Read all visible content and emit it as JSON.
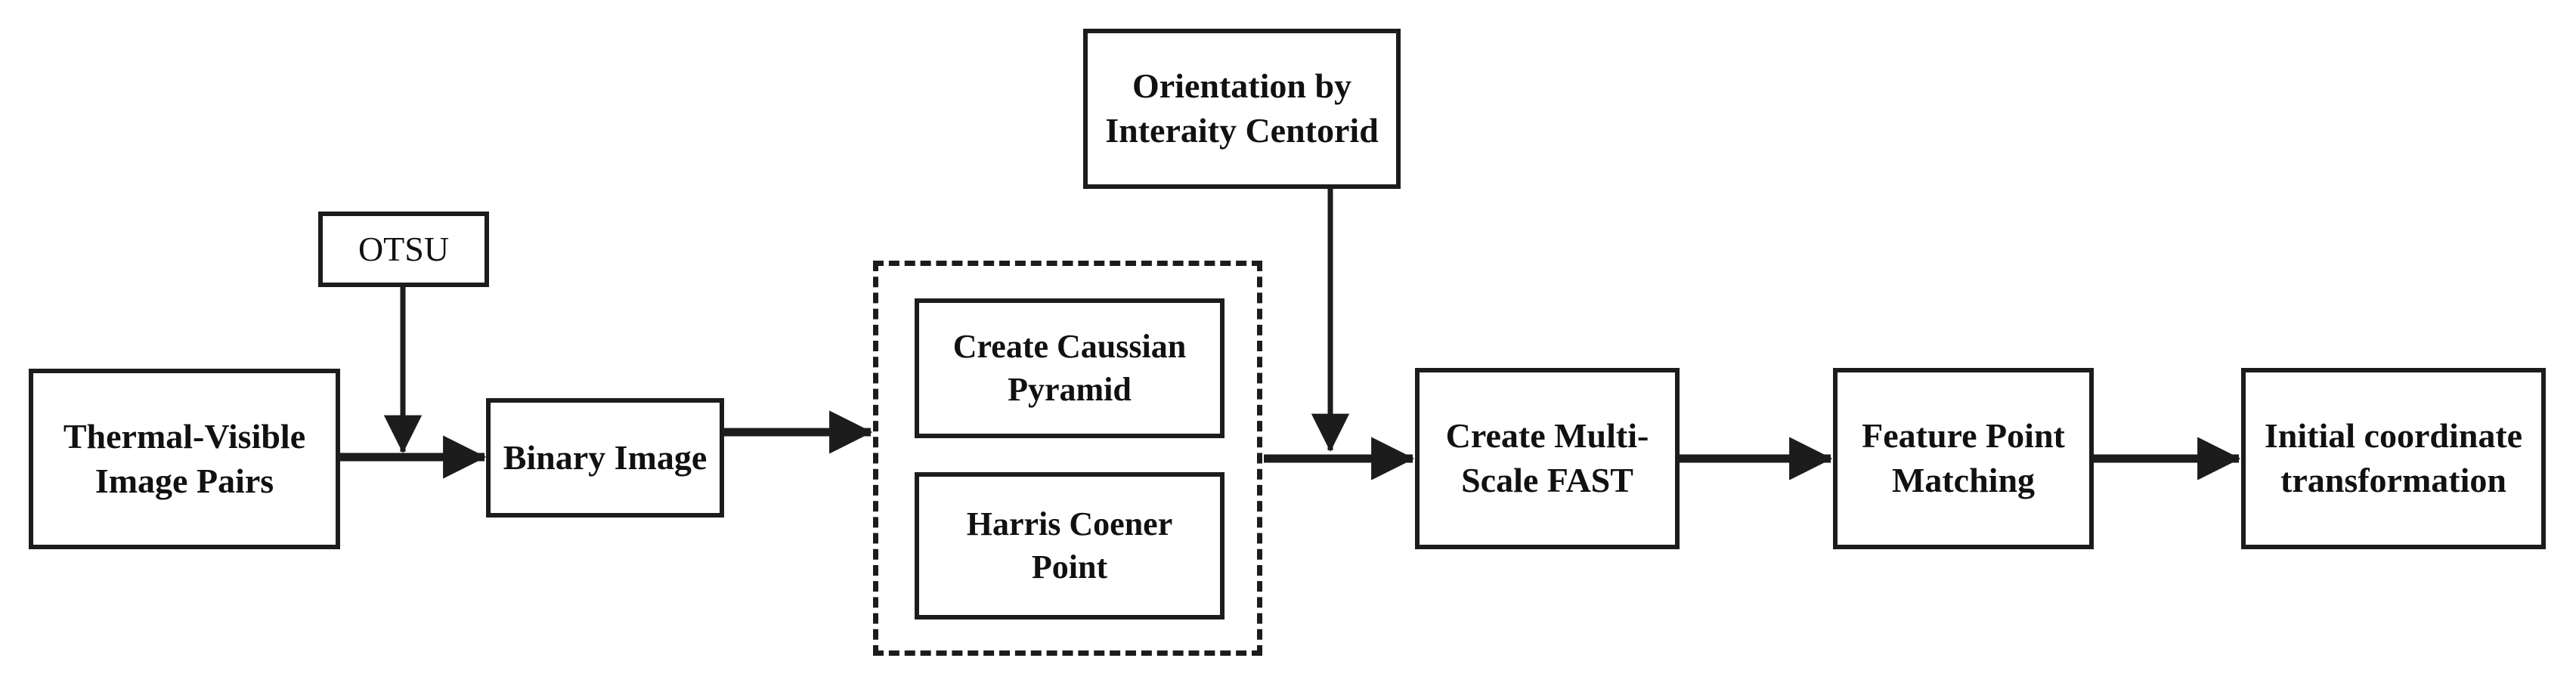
{
  "diagram": {
    "title": "Thermal-visible image registration pipeline flowchart",
    "background_color": "#ffffff",
    "stroke_color": "#1c1c1c",
    "text_color": "#111111",
    "nodes": {
      "orientation": {
        "label": "Orientation by Interaity Centorid"
      },
      "otsu": {
        "label": "OTSU"
      },
      "thermal": {
        "label": "Thermal-Visible Image Pairs"
      },
      "binary": {
        "label": "Binary Image"
      },
      "pyramid": {
        "label": "Create Caussian Pyramid"
      },
      "harris": {
        "label": "Harris Coener Point"
      },
      "fast": {
        "label": "Create Multi-Scale FAST"
      },
      "matching": {
        "label": "Feature Point Matching"
      },
      "initial": {
        "label": "Initial coordinate transformation"
      }
    },
    "group": {
      "feature_extraction": {
        "label": "",
        "style": "dashed"
      }
    },
    "edges": [
      {
        "from": "thermal",
        "to": "binary",
        "direction": "right"
      },
      {
        "from": "otsu",
        "to": "thermal-binary-link",
        "direction": "down"
      },
      {
        "from": "binary",
        "to": "feature_extraction",
        "direction": "right"
      },
      {
        "from": "feature_extraction",
        "to": "fast",
        "direction": "right"
      },
      {
        "from": "orientation",
        "to": "fast",
        "direction": "down"
      },
      {
        "from": "fast",
        "to": "matching",
        "direction": "right"
      },
      {
        "from": "matching",
        "to": "initial",
        "direction": "right"
      }
    ]
  }
}
